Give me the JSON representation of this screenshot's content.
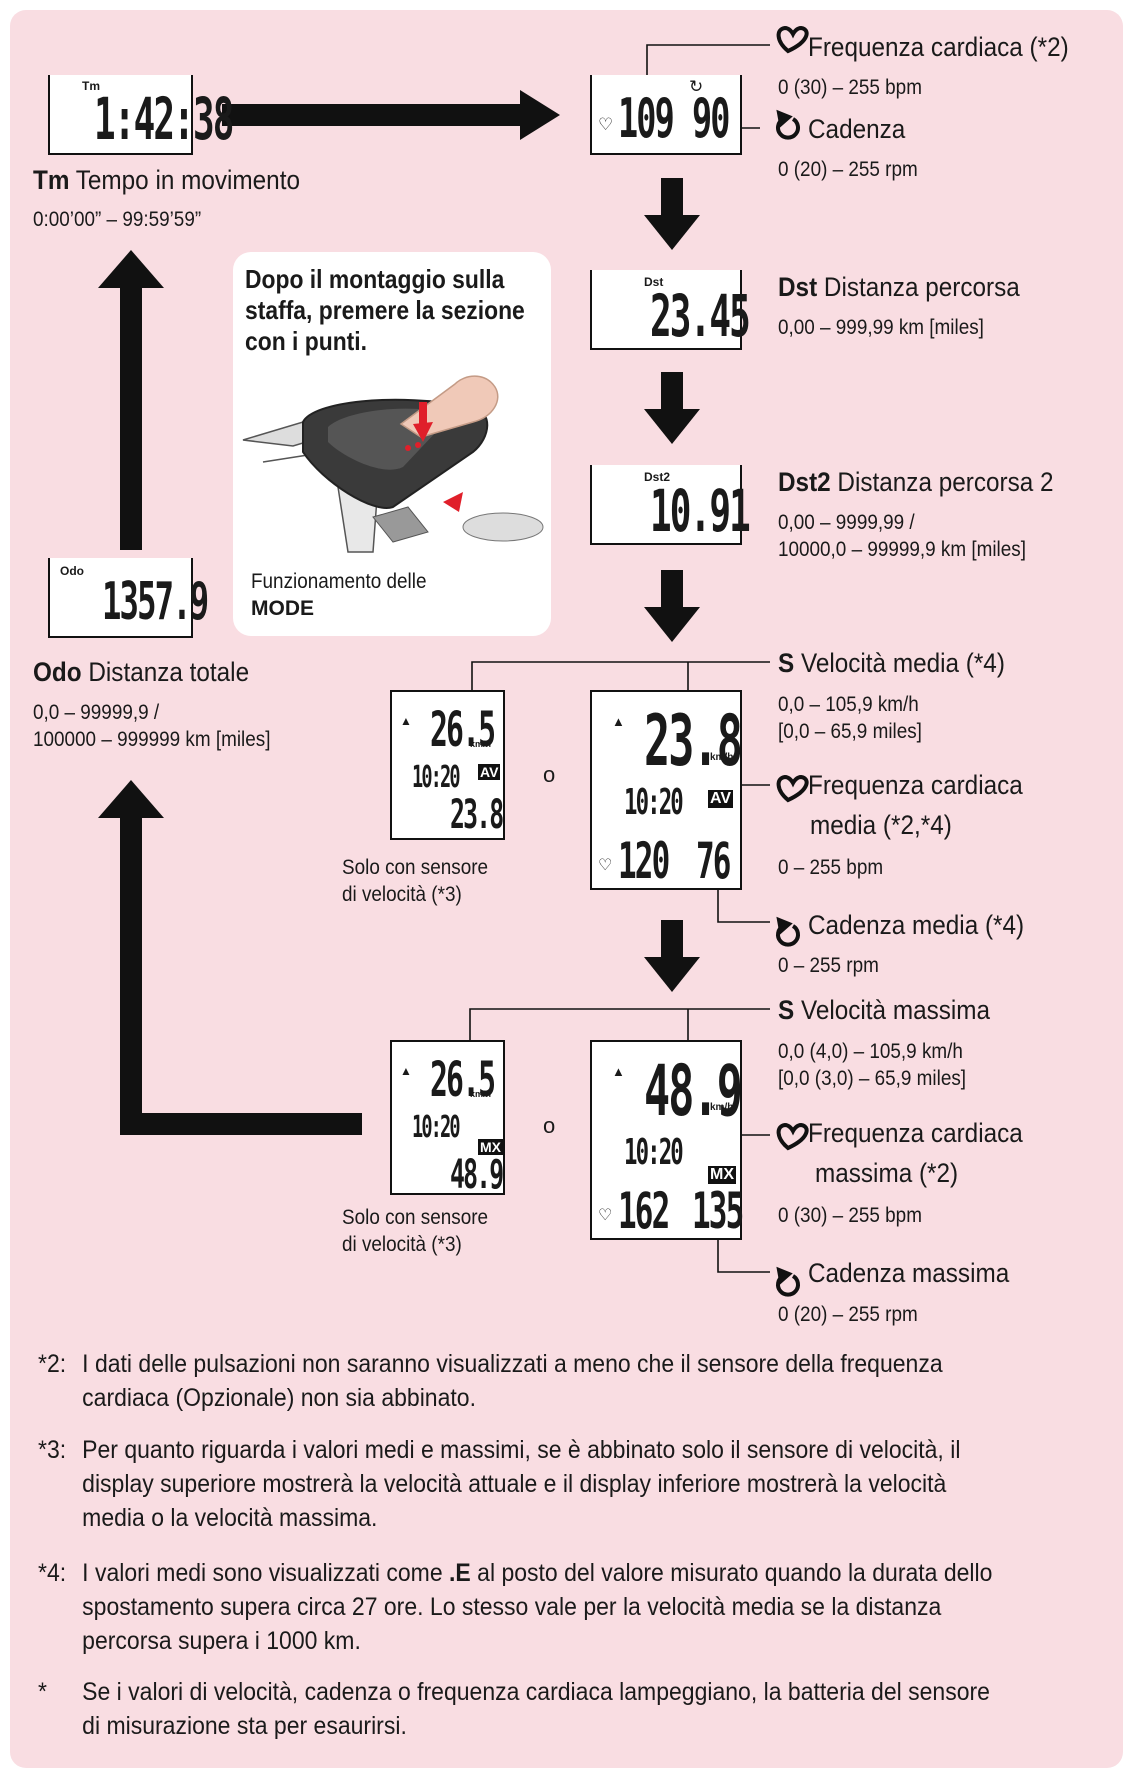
{
  "colors": {
    "background": "#f9dde2",
    "accent": "#111111"
  },
  "icons": [
    "heart-icon",
    "cadence-icon",
    "arrow-right",
    "arrow-down",
    "arrow-up"
  ],
  "tm": {
    "tag": "Tm",
    "lcd": "1:42:38",
    "label_bold": "Tm",
    "label": " Tempo in movimento",
    "range": "0:00’00” – 99:59’59”"
  },
  "hr_screen": {
    "hr_value": "109",
    "cad_value": "90",
    "hr_label": "Frequenza cardiaca (*2)",
    "hr_range": "0 (30) – 255 bpm",
    "cad_label": "Cadenza",
    "cad_range": "0 (20) – 255 rpm"
  },
  "dst": {
    "tag": "Dst",
    "lcd": "23.45",
    "label_bold": "Dst",
    "label": " Distanza percorsa",
    "range": "0,00 – 999,99 km [miles]"
  },
  "dst2": {
    "tag": "Dst2",
    "lcd": "10.91",
    "label_bold": "Dst2",
    "label": " Distanza percorsa 2",
    "range1": "0,00 – 9999,99 /",
    "range2": "10000,0 – 99999,9 km [miles]"
  },
  "odo": {
    "tag": "Odo",
    "lcd": "1357.9",
    "label_bold": "Odo",
    "label": " Distanza totale",
    "range1": "0,0 – 99999,9 /",
    "range2": "100000 – 999999 km [miles]"
  },
  "mode_box": {
    "title": "Dopo il montaggio sulla staffa, premere la sezione con i punti.",
    "caption1": "Funzionamento delle",
    "caption2": "MODE"
  },
  "avg": {
    "small_speed": "26.5",
    "small_clock": "10:20",
    "small_bottom": "23.8",
    "small_badge": "AV",
    "big_speed": "23.8",
    "big_clock": "10:20",
    "big_hr": "120",
    "big_cad": "76",
    "big_badge": "AV",
    "unit": "km/h",
    "or": "o",
    "s_label_bold": "S",
    "s_label": " Velocità media (*4)",
    "s_range1": "0,0 – 105,9 km/h",
    "s_range2": "[0,0 – 65,9 miles]",
    "hr_label1": "Frequenza cardiaca",
    "hr_label2": "media (*2,*4)",
    "hr_range": "0 – 255 bpm",
    "cad_label": "Cadenza media (*4)",
    "cad_range": "0 – 255 rpm",
    "note1": "Solo con sensore",
    "note2": "di velocità (*3)"
  },
  "max": {
    "small_speed": "26.5",
    "small_clock": "10:20",
    "small_bottom": "48.9",
    "small_badge": "MX",
    "big_speed": "48.9",
    "big_clock": "10:20",
    "big_hr": "162",
    "big_cad": "135",
    "big_badge": "MX",
    "unit": "km/h",
    "or": "o",
    "s_label_bold": "S",
    "s_label": " Velocità massima",
    "s_range1": "0,0 (4,0) – 105,9 km/h",
    "s_range2": "[0,0 (3,0) – 65,9 miles]",
    "hr_label1": "Frequenza cardiaca",
    "hr_label2": "massima (*2)",
    "hr_range": "0 (30) – 255 bpm",
    "cad_label": "Cadenza massima",
    "cad_range": "0 (20) – 255 rpm",
    "note1": "Solo con sensore",
    "note2": "di velocità (*3)"
  },
  "footnotes": [
    {
      "key": "*2:",
      "text": "I dati delle pulsazioni non saranno visualizzati a meno che il sensore della frequenza cardiaca (Opzionale) non sia abbinato."
    },
    {
      "key": "*3:",
      "text": "Per quanto riguarda i valori medi e massimi, se è abbinato solo il sensore di velocità, il display superiore mostrerà la velocità attuale e il display inferiore mostrerà la velocità media o la velocità massima."
    },
    {
      "key": "*4:",
      "text_a": "I valori medi sono visualizzati come ",
      "text_b": ".E",
      "text_c": " al posto del valore misurato quando la durata dello spostamento supera circa 27 ore. Lo stesso vale per la velocità media se la distanza percorsa supera i 1000 km."
    },
    {
      "key": "*",
      "text": "Se i valori di velocità, cadenza o frequenza cardiaca lampeggiano, la batteria del sensore di misurazione sta per esaurirsi."
    }
  ]
}
